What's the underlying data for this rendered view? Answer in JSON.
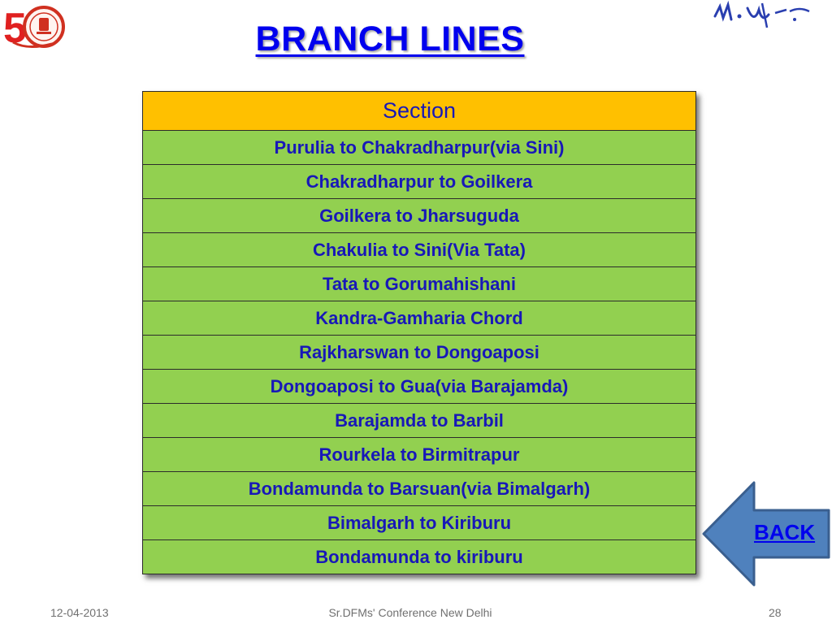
{
  "slide": {
    "title": "BRANCH LINES"
  },
  "table": {
    "header": "Section",
    "rows": [
      "Purulia to Chakradharpur(via Sini)",
      "Chakradharpur to Goilkera",
      "Goilkera to Jharsuguda",
      "Chakulia to Sini(Via Tata)",
      "Tata to Gorumahishani",
      "Kandra-Gamharia Chord",
      "Rajkharswan to Dongoaposi",
      "Dongoaposi to Gua(via Barajamda)",
      "Barajamda to Barbil",
      "Rourkela to Birmitrapur",
      "Bondamunda to Barsuan(via Bimalgarh)",
      "Bimalgarh to Kiriburu",
      "Bondamunda to kiriburu"
    ]
  },
  "nav": {
    "back_label": "BACK"
  },
  "footer": {
    "date": "12-04-2013",
    "center": "Sr.DFMs' Conference New Delhi",
    "page": "28"
  },
  "colors": {
    "title": "#0000ee",
    "header_fill": "#ffc000",
    "row_fill": "#92d050",
    "cell_text": "#1818b8",
    "back_arrow": "#4f81bd"
  },
  "icons": {
    "logo": "railway-50-years-emblem-icon",
    "signature": "handwritten-signature-icon",
    "back": "left-arrow-icon"
  }
}
